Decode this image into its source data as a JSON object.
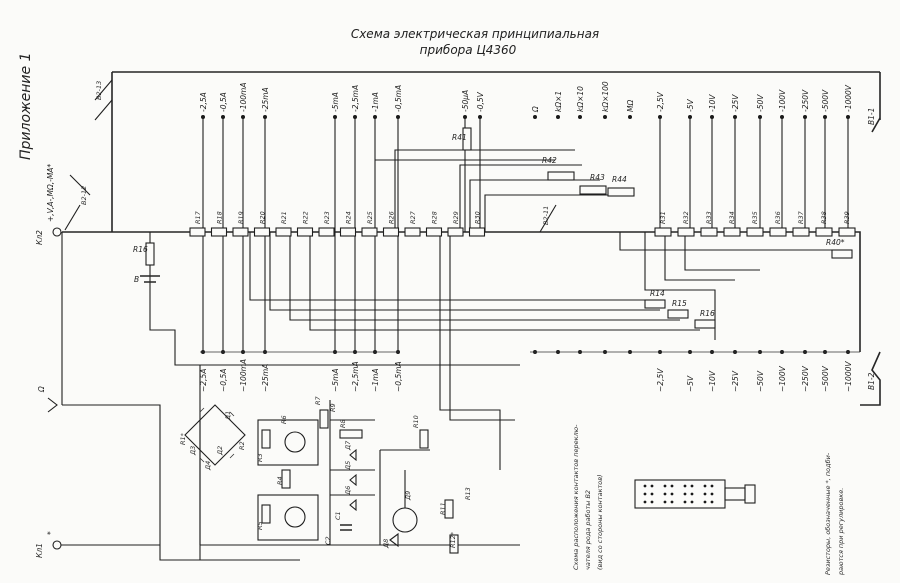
{
  "title": {
    "line1": "Схема электрическая принципиальная",
    "line2": "прибора Ц4360"
  },
  "appendix_label": "Приложение 1",
  "terminals": {
    "kl2": "Кл2",
    "kl2_symbol": "Ø",
    "kl2_label": "+,V,A-,MΩ,-MA*",
    "gnd_symbol": "Ω",
    "kl1": "Кл1",
    "kl1_symbol": "Ø",
    "kl1_label": "*"
  },
  "top_ranges": [
    "-2,5A",
    "-0,5A",
    "-100mA",
    "-25mA",
    "-5mA",
    "-2,5mA",
    "-1mA",
    "-0,5mA",
    "-50μA",
    "-0,5V"
  ],
  "ohm_ranges": [
    "Ω",
    "kΩ×1",
    "kΩ×10",
    "kΩ×100",
    "MΩ"
  ],
  "top_volt_ranges": [
    "-2,5V",
    "-5V",
    "-10V",
    "-25V",
    "-50V",
    "-100V",
    "-250V",
    "-500V",
    "-1000V"
  ],
  "bottom_current_ranges": [
    "~2,5A",
    "~0,5A",
    "~100mA",
    "~25mA",
    "~5mA",
    "~2,5mA",
    "~1mA",
    "~0,5mA"
  ],
  "bottom_volt_ranges": [
    "~2,5V",
    "~5V",
    "~10V",
    "~25V",
    "~50V",
    "~100V",
    "~250V",
    "~500V",
    "~1000V"
  ],
  "chain_resistors": [
    "R17",
    "R18",
    "R19",
    "R20",
    "R21",
    "R22",
    "R23",
    "R24",
    "R25",
    "R26",
    "R27",
    "R28",
    "R29",
    "R30"
  ],
  "volt_resistors": [
    "R31",
    "R32",
    "R33",
    "R34",
    "R35",
    "R36",
    "R37",
    "R38",
    "R39"
  ],
  "ohm_resistors": [
    "R42",
    "R43",
    "R44"
  ],
  "misc_labels": {
    "r16": "R16",
    "battery": "B",
    "r41": "R41",
    "r40": "R40*",
    "r14": "R14",
    "r15": "R15",
    "r16b": "R16",
    "switch_b1_1": "B1-1",
    "switch_b1_2": "B1-2",
    "b2_a": "B2-13",
    "b2_b": "B2-12",
    "b2_c": "B2-11"
  },
  "rectifier_labels": [
    "R1*",
    "R2",
    "R3",
    "R4",
    "R5",
    "R6",
    "R7",
    "R8",
    "R9",
    "R10",
    "R11",
    "R12*",
    "R13",
    "Д1",
    "Д2",
    "Д3",
    "Д4",
    "Д5",
    "Д6",
    "Д7",
    "Д8",
    "C1",
    "C2",
    "Д9"
  ],
  "note_contacts": {
    "line1": "Схема расположения контактов переклю-",
    "line2": "чателя рода работы В2",
    "line3": "(вид со стороны контактов)"
  },
  "note_resistors": {
    "line1": "Резисторы, обозначенные *, подби-",
    "line2": "раются при регулировке."
  }
}
